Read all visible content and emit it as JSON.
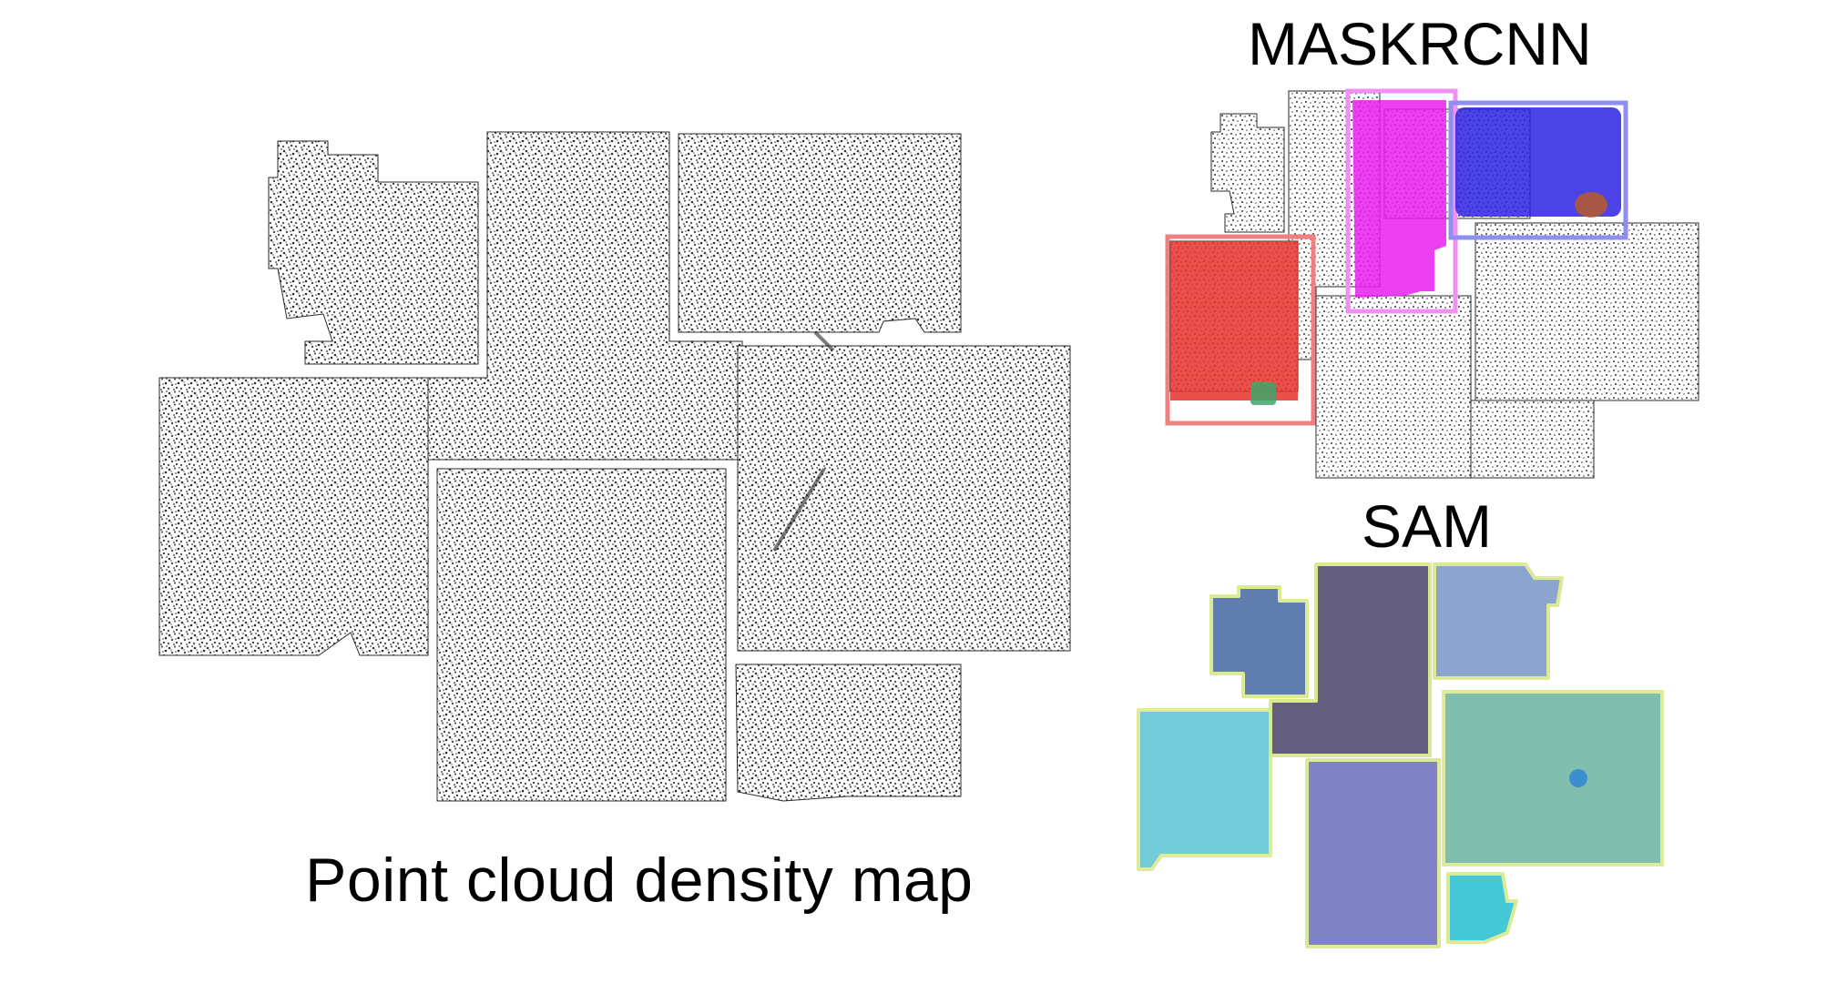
{
  "panels": {
    "density": {
      "caption": "Point cloud density map",
      "point_color": "#3a3a3a"
    },
    "maskrcnn": {
      "title": "MASKRCNN",
      "instances": [
        {
          "name": "red-instance",
          "color": "#e8302a"
        },
        {
          "name": "magenta-instance",
          "color": "#e81ef0"
        },
        {
          "name": "blue-instance",
          "color": "#2b22e0"
        },
        {
          "name": "green-instance",
          "color": "#3ea66a"
        },
        {
          "name": "brown-instance",
          "color": "#b85a2a"
        }
      ]
    },
    "sam": {
      "title": "SAM",
      "segments": [
        {
          "name": "steel-blue-segment",
          "color": "#4f6fa8"
        },
        {
          "name": "slate-purple-segment",
          "color": "#5c5678"
        },
        {
          "name": "light-blue-segment",
          "color": "#7f9cc9"
        },
        {
          "name": "cyan-segment",
          "color": "#5ac3cf"
        },
        {
          "name": "periwinkle-segment",
          "color": "#7377c2"
        },
        {
          "name": "sea-green-segment",
          "color": "#6bb5a0"
        },
        {
          "name": "turquoise-segment",
          "color": "#2fc3d4"
        }
      ],
      "outline_color": "#d8e88a"
    }
  }
}
